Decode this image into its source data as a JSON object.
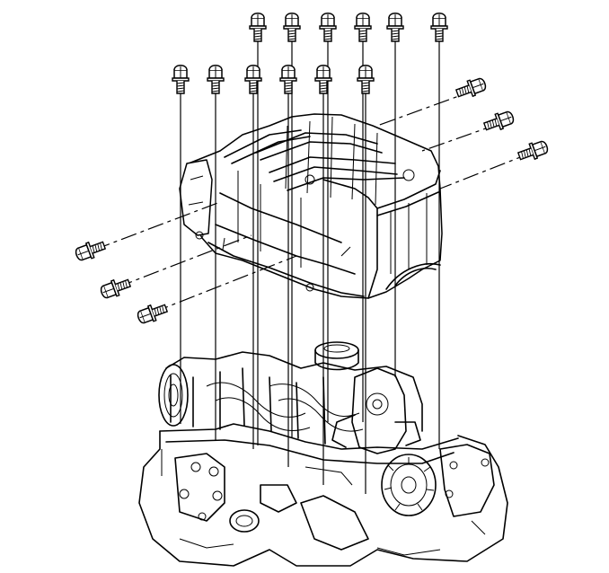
{
  "diagram": {
    "bolt_count_top_row": 6,
    "bolt_count_second_row": 6,
    "bolt_count_right_side": 3,
    "bolt_count_left_side": 3
  }
}
